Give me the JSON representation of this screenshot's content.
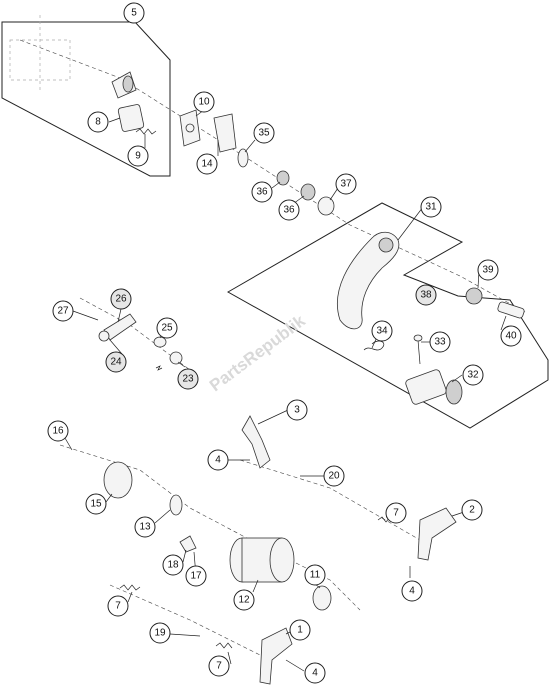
{
  "watermark": "PartsRepublik",
  "callouts": {
    "c5": "5",
    "c8": "8",
    "c9": "9",
    "c10": "10",
    "c14": "14",
    "c35": "35",
    "c36a": "36",
    "c36b": "36",
    "c37": "37",
    "c31": "31",
    "c39": "39",
    "c38": "38",
    "c40": "40",
    "c27": "27",
    "c26": "26",
    "c25": "25",
    "c24": "24",
    "c23": "23",
    "c34": "34",
    "c33": "33",
    "c32": "32",
    "c3": "3",
    "c4a": "4",
    "c16": "16",
    "c20": "20",
    "c15": "15",
    "c7a": "7",
    "c2": "2",
    "c13": "13",
    "c18": "18",
    "c17": "17",
    "c12": "12",
    "c11": "11",
    "c4b": "4",
    "c7b": "7",
    "c19": "19",
    "c1": "1",
    "c7c": "7",
    "c4c": "4"
  }
}
